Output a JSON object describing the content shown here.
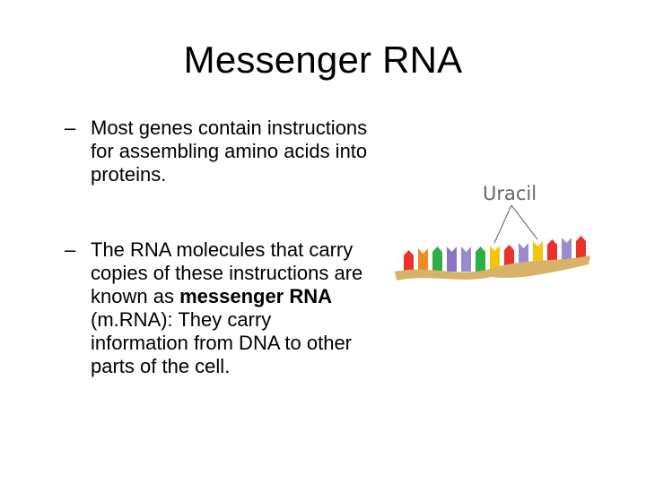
{
  "slide": {
    "title": "Messenger RNA",
    "bullets": [
      {
        "marker": "–",
        "text": "Most genes contain instructions for assembling amino acids into proteins."
      },
      {
        "marker": "–",
        "text_before": "The RNA molecules that carry copies of these instructions are known as ",
        "text_bold": "messenger RNA",
        "text_after": " (m.RNA): They carry information from DNA to other parts of the cell."
      }
    ]
  },
  "figure": {
    "label": "Uracil",
    "base_colors": [
      "#e8322a",
      "#f08a24",
      "#2fae46",
      "#8a74c8",
      "#9a8bd0",
      "#f6c40c"
    ],
    "backbone_color": "#d9b26a"
  }
}
